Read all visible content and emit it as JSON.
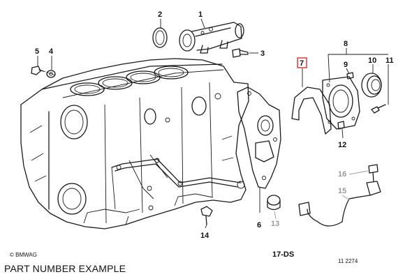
{
  "diagram": {
    "part_numbers": [
      "1",
      "2",
      "3",
      "4",
      "5",
      "6",
      "7",
      "8",
      "9",
      "10",
      "11",
      "12",
      "13",
      "14",
      "15",
      "16"
    ],
    "highlighted_part": "7",
    "grey_parts": [
      "13",
      "15",
      "16"
    ],
    "copyright": "© BMWAG",
    "diagram_code": "17-DS",
    "reference": "11 2274",
    "colors": {
      "line": "#1a1a1a",
      "highlight": "#d42020",
      "grey": "#9a9a9a"
    }
  },
  "caption": "PART NUMBER EXAMPLE"
}
